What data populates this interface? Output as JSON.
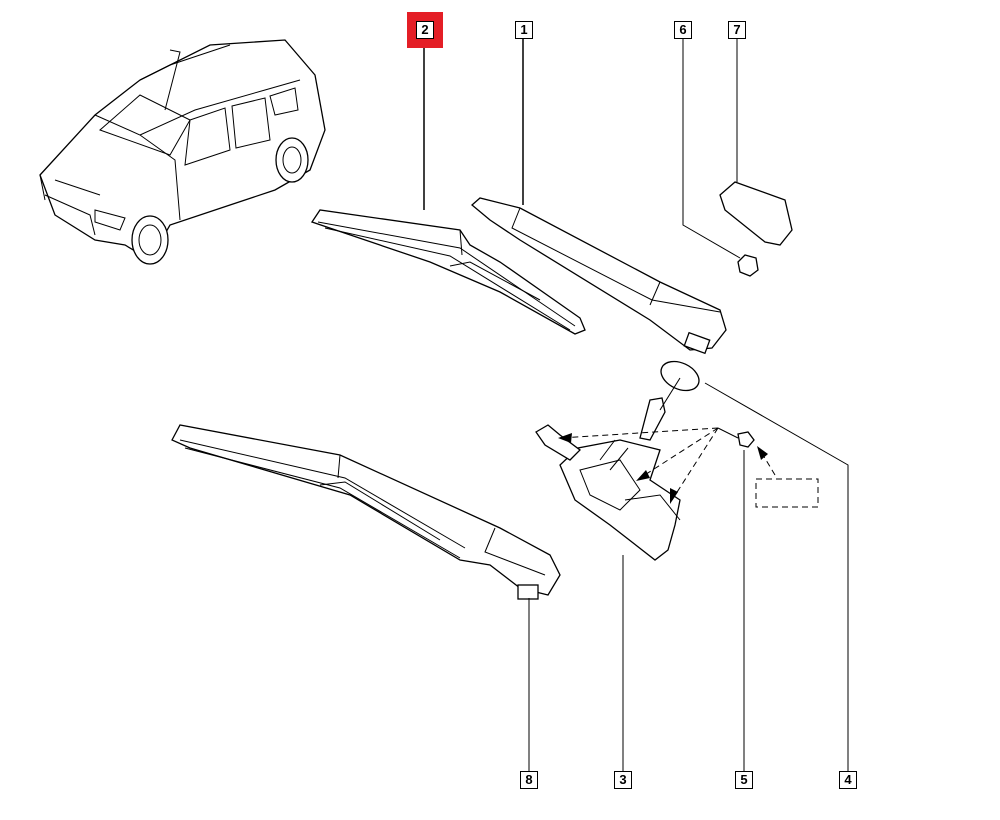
{
  "diagram": {
    "selected_callout": "2",
    "highlight_color": "#e41e26",
    "callouts": [
      {
        "id": "c1",
        "label": "1"
      },
      {
        "id": "c2",
        "label": "2"
      },
      {
        "id": "c3",
        "label": "3"
      },
      {
        "id": "c4",
        "label": "4"
      },
      {
        "id": "c5",
        "label": "5"
      },
      {
        "id": "c6",
        "label": "6"
      },
      {
        "id": "c7",
        "label": "7"
      },
      {
        "id": "c8",
        "label": "8"
      }
    ]
  }
}
